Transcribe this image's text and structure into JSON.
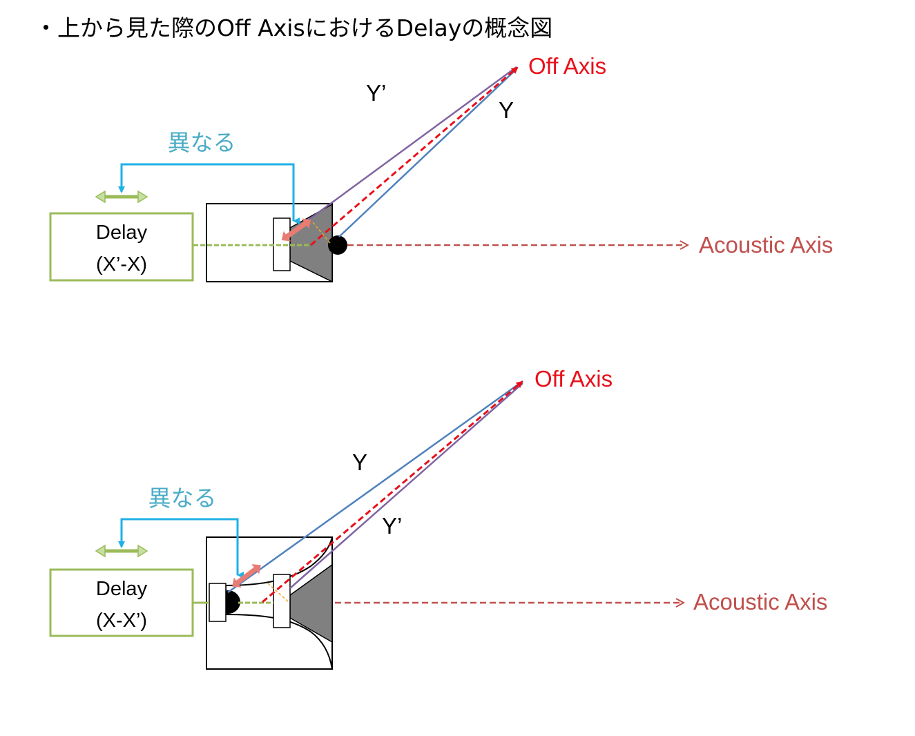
{
  "title": "・上から見た際のOff AxisにおけるDelayの概念図",
  "colors": {
    "off_axis": "#e8101a",
    "acoustic_axis": "#c0504d",
    "delay_box": "#9bbb59",
    "bracket": "#1fb0e6",
    "bracket_label": "#4bacc6",
    "y_line": "#4f81bd",
    "y_prime_line": "#8064a2",
    "pink_arrow": "#e87c74",
    "horn_fill": "#808080"
  },
  "top": {
    "off_axis_label": "Off Axis",
    "acoustic_axis_label": "Acoustic Axis",
    "bracket_label": "異なる",
    "delay_line1": "Delay",
    "delay_line2": "(X’-X)",
    "y_label": "Y",
    "y_prime_label": "Y’"
  },
  "bottom": {
    "off_axis_label": "Off Axis",
    "acoustic_axis_label": "Acoustic Axis",
    "bracket_label": "異なる",
    "delay_line1": "Delay",
    "delay_line2": "(X-X’)",
    "y_label": "Y",
    "y_prime_label": "Y’"
  }
}
